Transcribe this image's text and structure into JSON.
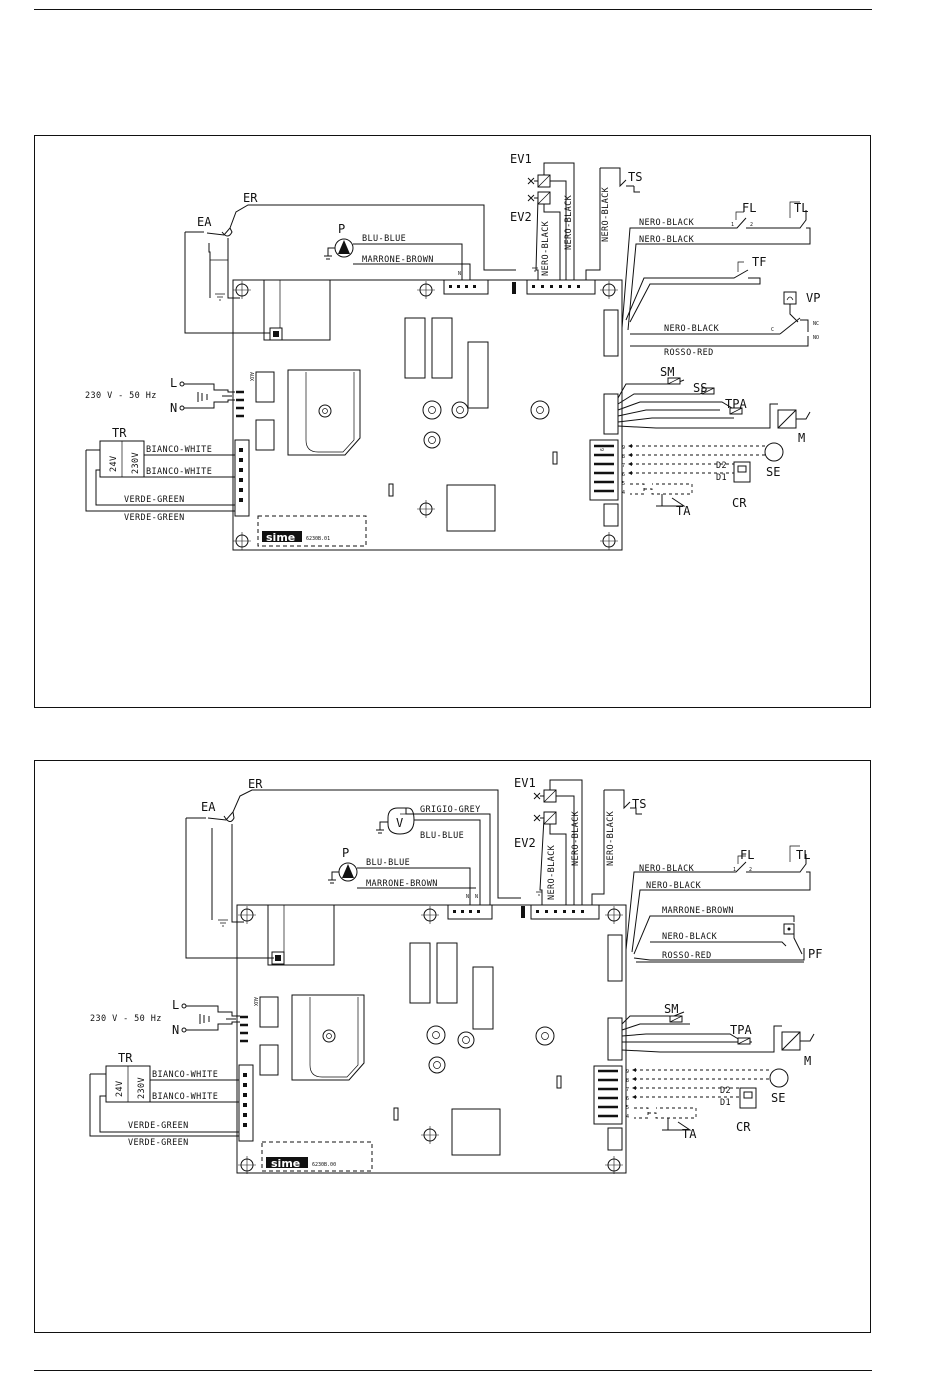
{
  "diagram1": {
    "labels": {
      "ev1": "EV1",
      "ev2": "EV2",
      "ts": "TS",
      "er": "ER",
      "ea": "EA",
      "fl": "FL",
      "tl": "TL",
      "tf": "TF",
      "vp": "VP",
      "p": "P",
      "sm": "SM",
      "ss": "SS",
      "tpa": "TPA",
      "m": "M",
      "se": "SE",
      "cr": "CR",
      "ta": "TA",
      "tr": "TR",
      "l": "L",
      "n": "N",
      "mains": "230 V - 50 Hz",
      "nc": "NC",
      "no": "NO",
      "c": "C",
      "d1": "D1",
      "d2": "D2",
      "fl1": "1",
      "fl2": "2",
      "pump_n": "N",
      "tr_24v": "24V",
      "tr_230v": "230V"
    },
    "wires": {
      "blu": "BLU-BLUE",
      "marrone": "MARRONE-BROWN",
      "nero_ev1": "NERO-BLACK",
      "nero_ev2": "NERO-BLACK",
      "nero_ts": "NERO-BLACK",
      "nero_fl": "NERO-BLACK",
      "nero_tl": "NERO-BLACK",
      "nero_vp": "NERO-BLACK",
      "rosso": "ROSSO-RED",
      "bianco1": "BIANCO-WHITE",
      "bianco2": "BIANCO-WHITE",
      "verde1": "VERDE-GREEN",
      "verde2": "VERDE-GREEN"
    },
    "terminals": [
      "9",
      "8",
      "7",
      "6",
      "5",
      "4"
    ],
    "logo": "sime",
    "board_code": "6230B.01"
  },
  "diagram2": {
    "labels": {
      "ev1": "EV1",
      "ev2": "EV2",
      "ts": "TS",
      "er": "ER",
      "ea": "EA",
      "fl": "FL",
      "tl": "TL",
      "v": "V",
      "p": "P",
      "pf": "PF",
      "sm": "SM",
      "tpa": "TPA",
      "m": "M",
      "se": "SE",
      "cr": "CR",
      "ta": "TA",
      "tr": "TR",
      "l": "L",
      "n": "N",
      "mains": "230 V - 50 Hz",
      "d1": "D1",
      "d2": "D2",
      "fl1": "1",
      "fl2": "2",
      "pump_n1": "N",
      "pump_n2": "N",
      "tr_24v": "24V",
      "tr_230v": "230V"
    },
    "wires": {
      "grigio": "GRIGIO-GREY",
      "blu_v": "BLU-BLUE",
      "blu_p": "BLU-BLUE",
      "marrone_p": "MARRONE-BROWN",
      "nero_ev1": "NERO-BLACK",
      "nero_ev2": "NERO-BLACK",
      "nero_ts": "NERO-BLACK",
      "nero_fl": "NERO-BLACK",
      "nero_tl": "NERO-BLACK",
      "marrone_pf": "MARRONE-BROWN",
      "nero_pf": "NERO-BLACK",
      "rosso": "ROSSO-RED",
      "bianco1": "BIANCO-WHITE",
      "bianco2": "BIANCO-WHITE",
      "verde1": "VERDE-GREEN",
      "verde2": "VERDE-GREEN"
    },
    "terminals": [
      "9",
      "8",
      "7",
      "6",
      "5",
      "4"
    ],
    "logo": "sime",
    "board_code": "6230B.00"
  }
}
